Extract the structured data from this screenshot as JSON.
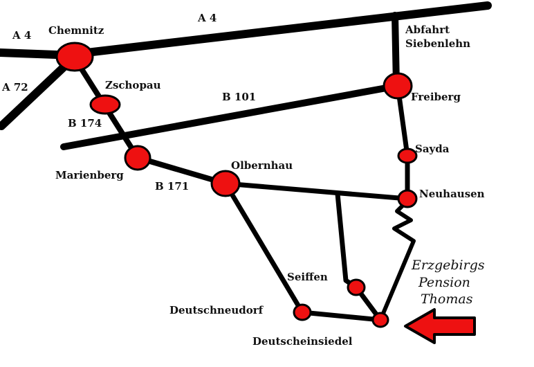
{
  "roads": {
    "a4_west": "A 4",
    "a4_north": "A 4",
    "a72": "A 72",
    "b101": "B 101",
    "b174": "B 174",
    "b171": "B 171",
    "exit": [
      "Abfahrt",
      "Siebenlehn"
    ]
  },
  "towns": {
    "chemnitz": "Chemnitz",
    "zschopau": "Zschopau",
    "marienberg": "Marienberg",
    "olbernhau": "Olbernhau",
    "freiberg": "Freiberg",
    "sayda": "Sayda",
    "neuhausen": "Neuhausen",
    "seiffen": "Seiffen",
    "deutschneudorf": "Deutschneudorf",
    "deutscheinsiedel": "Deutscheinsiedel"
  },
  "destination": [
    "Erzgebirgs",
    "Pension",
    "Thomas"
  ],
  "colors": {
    "town_fill": "#ee1111",
    "arrow_fill": "#ee1111",
    "road": "#000000"
  }
}
